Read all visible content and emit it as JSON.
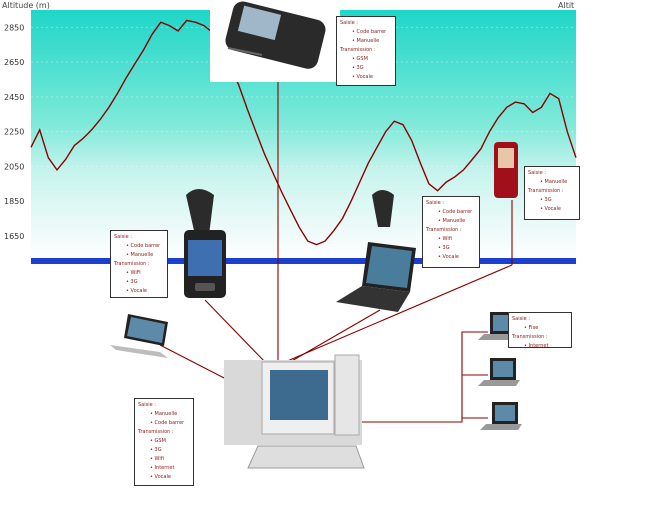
{
  "chart_data": {
    "type": "area",
    "title": "Altitude (m)",
    "title_right": "Altit",
    "ylim": [
      1500,
      2950
    ],
    "ticks": [
      1650,
      1850,
      2050,
      2250,
      2450,
      2650,
      2850
    ],
    "tick_labels": [
      "1650",
      "1850",
      "2050",
      "2250",
      "2450",
      "2650",
      "2850"
    ],
    "series": [
      {
        "values": [
          2160,
          2260,
          2100,
          2030,
          2090,
          2170,
          2210,
          2260,
          2320,
          2390,
          2470,
          2560,
          2640,
          2720,
          2810,
          2880,
          2860,
          2830,
          2890,
          2880,
          2860,
          2820,
          2700,
          2620,
          2520,
          2380,
          2250,
          2120,
          2010,
          1900,
          1800,
          1700,
          1620,
          1600,
          1620,
          1680,
          1750,
          1850,
          1960,
          2070,
          2160,
          2250,
          2310,
          2290,
          2200,
          2070,
          1950,
          1910,
          1960,
          1990,
          2030,
          2090,
          2150,
          2250,
          2330,
          2390,
          2420,
          2410,
          2360,
          2390,
          2470,
          2440,
          2250,
          2100
        ]
      }
    ],
    "line_color": "#8b0000",
    "fill_colors": [
      "#1fd6c8",
      "#c9f4ee",
      "#ffffff"
    ]
  },
  "cards": {
    "phone1": {
      "lines": [
        "Saisie :",
        "Code barrer",
        "Manuelle",
        "Transmission :",
        "GSM",
        "3G",
        "Vocale"
      ]
    },
    "pda": {
      "lines": [
        "Saisie :",
        "Code barrer",
        "Manuelle",
        "Transmission :",
        "WiFi",
        "3G",
        "Vocale"
      ]
    },
    "laptop": {
      "lines": [
        "Saisie :",
        "Code barrer",
        "Manuelle",
        "Transmission :",
        "Wifi",
        "3G",
        "Vocale"
      ]
    },
    "phone2": {
      "lines": [
        "Saisie :",
        "Manuelle",
        "Transmission :",
        "3G",
        "Vocale"
      ]
    },
    "desktop": {
      "lines": [
        "Saisie :",
        "Manuelle",
        "Code barrer",
        "Transmission :",
        "GSM",
        "3G",
        "Wifi",
        "Internet",
        "Vocale"
      ]
    },
    "laptops": {
      "lines": [
        "Saisie :",
        "Fixe",
        "Transmission :",
        "Internet"
      ]
    }
  }
}
